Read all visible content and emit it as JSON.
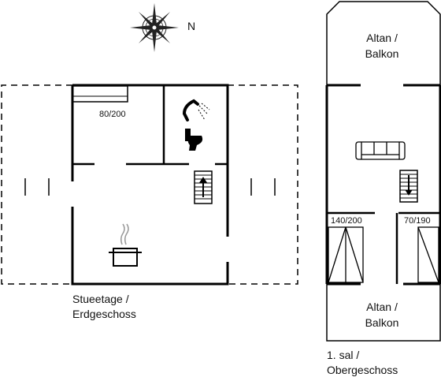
{
  "compass": {
    "label": "N",
    "icon": "compass-rose-icon"
  },
  "ground_floor": {
    "caption_line1": "Stueetage /",
    "caption_line2": "Erdgeschoss",
    "bed_label": "80/200",
    "icons": [
      "shower-icon",
      "toilet-icon",
      "stairs-up-icon",
      "cooking-pot-icon"
    ]
  },
  "upper_floor": {
    "caption_line1": "1. sal /",
    "caption_line2": "Obergeschoss",
    "balcony_top_line1": "Altan /",
    "balcony_top_line2": "Balkon",
    "balcony_bottom_line1": "Altan /",
    "balcony_bottom_line2": "Balkon",
    "bed_left_label": "140/200",
    "bed_right_label": "70/190",
    "icons": [
      "sofa-icon",
      "stairs-down-icon",
      "bed-icon"
    ]
  }
}
